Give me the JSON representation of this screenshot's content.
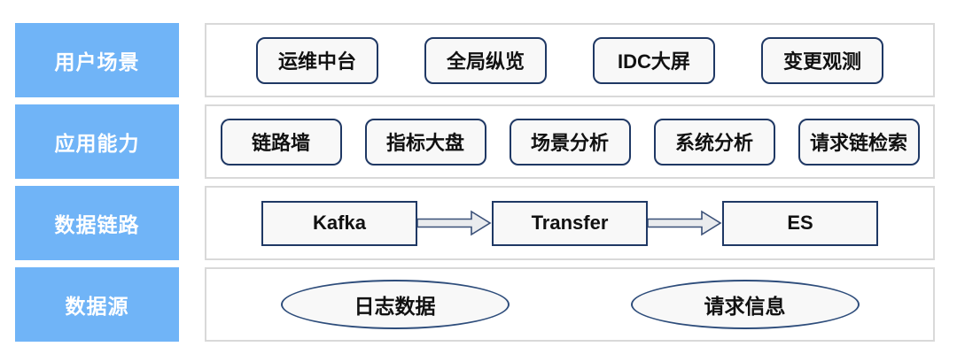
{
  "colors": {
    "row_label_blue": "#70B4F7",
    "node_border_navy": "#1F3864",
    "ellipse_border_navy": "#2E4D7B",
    "panel_border_gray": "#D9D9D9",
    "node_fill": "#F8F8F8",
    "arrow_fill": "#E9EBEE",
    "arrow_stroke": "#3A5078"
  },
  "rows": [
    {
      "label": "用户场景",
      "items": [
        "运维中台",
        "全局纵览",
        "IDC大屏",
        "变更观测"
      ]
    },
    {
      "label": "应用能力",
      "items": [
        "链路墙",
        "指标大盘",
        "场景分析",
        "系统分析",
        "请求链检索"
      ]
    },
    {
      "label": "数据链路",
      "items": [
        "Kafka",
        "Transfer",
        "ES"
      ]
    },
    {
      "label": "数据源",
      "items": [
        "日志数据",
        "请求信息"
      ]
    }
  ]
}
